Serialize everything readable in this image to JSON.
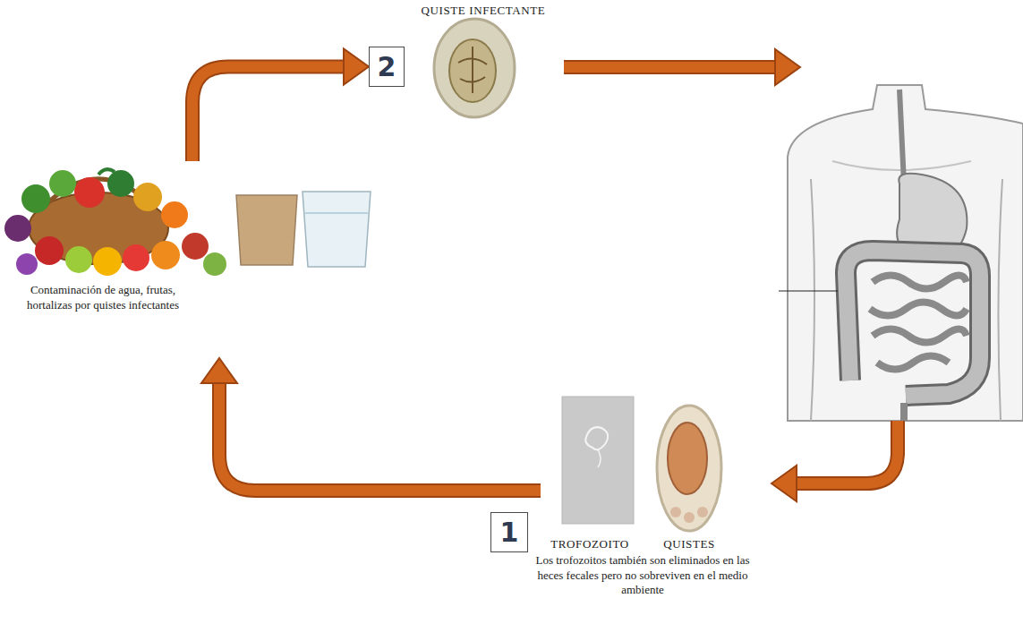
{
  "diagram": {
    "nodes": [
      {
        "text": [
          "Contaminación de agua, frutas, hortalizas por quistes infectantes"
        ]
      },
      {
        "text": [
          "2"
        ]
      },
      {
        "text": [
          "QUISTE INFECTANTE"
        ]
      },
      {
        "text": [
          "1"
        ]
      },
      {
        "text": [
          "TROFOZOITO"
        ]
      },
      {
        "text": [
          "QUISTES"
        ]
      }
    ],
    "edges": [
      {
        "from": 0,
        "to": 1,
        "arrow": "to"
      },
      {
        "from": 4,
        "to": 0,
        "arrow": "to"
      }
    ],
    "labels": [
      "Los trofozoitos también son eliminados en las heces fecales pero no sobreviven en el medio ambiente"
    ]
  }
}
